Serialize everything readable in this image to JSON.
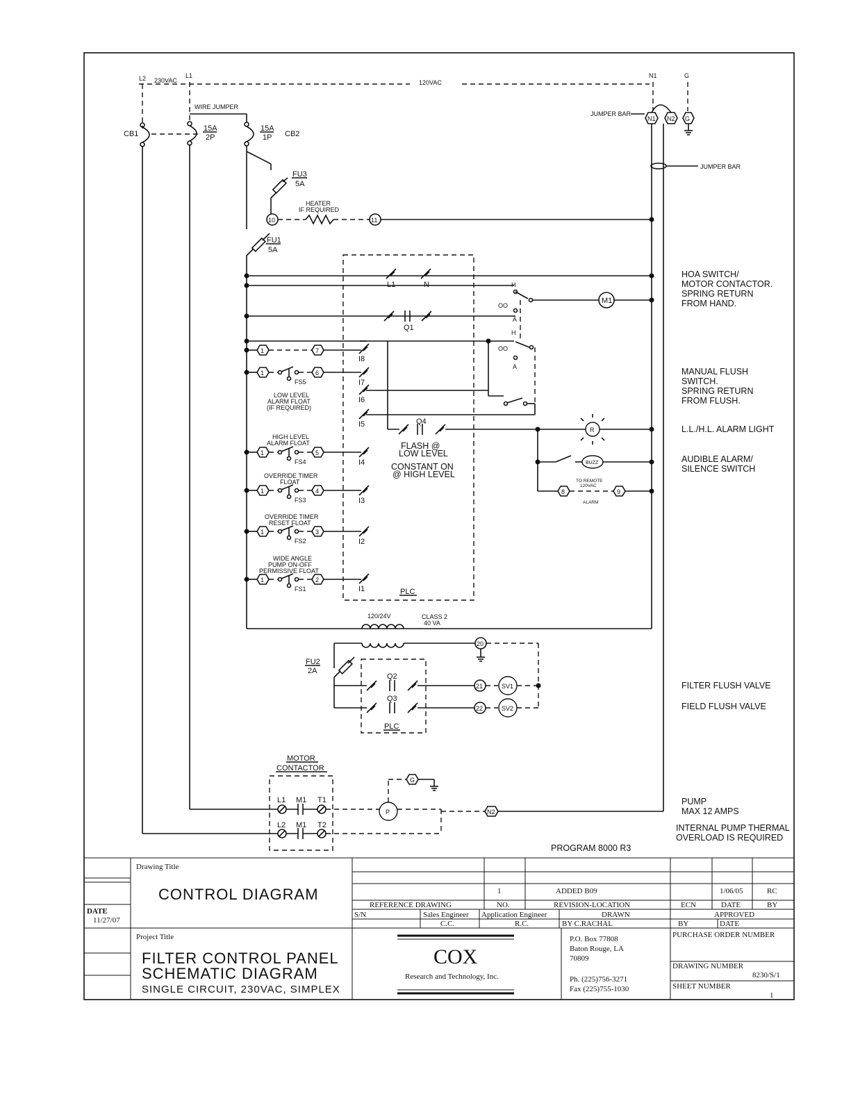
{
  "supply": {
    "l2": "L2",
    "v230": "230VAC",
    "l1": "L1",
    "v120": "120VAC",
    "n1": "N1",
    "g": "G",
    "wire_jumper": "WIRE JUMPER",
    "jumper_bar": "JUMPER BAR",
    "jumper_bar2": "JUMPER BAR",
    "n1_term": "N1",
    "n2_term": "N2",
    "g_term": "G"
  },
  "breakers": {
    "cb1": "CB1",
    "cb1_rating": "15A",
    "cb1_poles": "2P",
    "cb2": "CB2",
    "cb2_rating": "15A",
    "cb2_poles": "1P"
  },
  "fuses": {
    "fu3": "FU3",
    "fu3_rating": "5A",
    "fu1": "FU1",
    "fu1_rating": "5A",
    "fu2": "FU2",
    "fu2_rating": "2A"
  },
  "heater": {
    "label1": "HEATER",
    "label2": "IF REQUIRED",
    "t10": "10",
    "t11": "11"
  },
  "plc": {
    "label": "PLC",
    "l1": "L1",
    "n": "N",
    "q1": "Q1",
    "q4": "Q4",
    "inputs": [
      "I8",
      "I7",
      "I6",
      "I5",
      "I4",
      "I3",
      "I2",
      "I1"
    ],
    "flash1": "FLASH @",
    "flash2": "LOW LEVEL",
    "const1": "CONSTANT ON",
    "const2": "@ HIGH LEVEL"
  },
  "hoa": {
    "h1": "H",
    "a1": "A",
    "oo1": "OO",
    "h2": "H",
    "a2": "A",
    "oo2": "OO",
    "m1": "M1"
  },
  "floats": {
    "t1": "1",
    "t7": "7",
    "fs5": "FS5",
    "fs5_t6": "6",
    "fs5_desc": [
      "LOW LEVEL",
      "ALARM FLOAT",
      "(IF REQUIRED)"
    ],
    "fs4": "FS4",
    "fs4_t5": "5",
    "fs4_desc": [
      "HIGH LEVEL",
      "ALARM FLOAT"
    ],
    "fs3": "FS3",
    "fs3_t4": "4",
    "fs3_desc": [
      "OVERRIDE TIMER",
      "FLOAT"
    ],
    "fs2": "FS2",
    "fs2_t3": "3",
    "fs2_desc": [
      "OVERRIDE TIMER",
      "RESET FLOAT"
    ],
    "fs1": "FS1",
    "fs1_t2": "2",
    "fs1_desc": [
      "WIDE ANGLE",
      "PUMP ON-OFF",
      "PERMISSIVE FLOAT"
    ]
  },
  "alarm": {
    "r": "R",
    "buzz": "BUZZ",
    "t8": "8",
    "t9": "9",
    "remote1": "TO REMOTE",
    "remote2": "120VAC",
    "alarm": "ALARM"
  },
  "transformer": {
    "ratio": "120/24V",
    "class1": "CLASS 2",
    "class2": "40 VA",
    "t20": "20"
  },
  "valves": {
    "q2": "Q2",
    "q3": "Q3",
    "t21": "21",
    "t22": "22",
    "sv1": "SV1",
    "sv2": "SV2",
    "plc2": "PLC"
  },
  "motor": {
    "title1": "MOTOR",
    "title2": "CONTACTOR",
    "l1": "L1",
    "m1a": "M1",
    "t1": "T1",
    "l2": "L2",
    "m1b": "M1",
    "t2": "T2",
    "p": "P",
    "g": "G",
    "n2": "N2"
  },
  "notes": {
    "hoa": [
      "HOA SWITCH/",
      "MOTOR CONTACTOR.",
      "SPRING RETURN",
      "FROM HAND."
    ],
    "manual": [
      "MANUAL FLUSH",
      "SWITCH.",
      "SPRING RETURN",
      "FROM FLUSH."
    ],
    "light": "L.L./H.L. ALARM LIGHT",
    "audible": [
      "AUDIBLE ALARM/",
      "SILENCE SWITCH"
    ],
    "filter": "FILTER FLUSH VALVE",
    "field": "FIELD FLUSH VALVE",
    "pump": [
      "PUMP",
      "MAX 12 AMPS"
    ],
    "overload": [
      "INTERNAL PUMP THERMAL",
      "OVERLOAD IS REQUIRED"
    ],
    "program": "PROGRAM 8000 R3"
  },
  "title_block": {
    "drawing_title_label": "Drawing Title",
    "drawing_title": "CONTROL DIAGRAM",
    "date_label": "DATE",
    "date": "11/27/07",
    "rev_no": "1",
    "rev_loc": "ADDED B09",
    "rev_date": "1/06/05",
    "rev_by": "RC",
    "hdr_ref": "REFERENCE DRAWING",
    "hdr_no": "NO.",
    "hdr_revloc": "REVISION-LOCATION",
    "hdr_ecn": "ECN",
    "hdr_date": "DATE",
    "hdr_by": "BY",
    "sn": "S/N",
    "sales_eng": "Sales Engineer",
    "sales_eng_val": "C.C.",
    "app_eng": "Application Engineer",
    "app_eng_val": "R.C.",
    "drawn": "DRAWN",
    "drawn_by": "BY  C.RACHAL",
    "approved": "APPROVED",
    "appr_by": "BY",
    "appr_date": "DATE",
    "project_title_label": "Project Title",
    "project_line1": "FILTER CONTROL PANEL",
    "project_line2": "SCHEMATIC DIAGRAM",
    "project_line3": "SINGLE CIRCUIT, 230VAC, SIMPLEX",
    "company": "COX",
    "company_sub": "Research and Technology, Inc.",
    "addr1": "P.O. Box 77808",
    "addr2": "Baton Rouge, LA",
    "addr3": "70809",
    "phone": "Ph. (225)756-3271",
    "fax": "Fax (225)755-1030",
    "po_label": "PURCHASE ORDER NUMBER",
    "dwg_no_label": "DRAWING NUMBER",
    "dwg_no": "8230/S/1",
    "sheet_label": "SHEET NUMBER",
    "sheet_no": "1"
  }
}
